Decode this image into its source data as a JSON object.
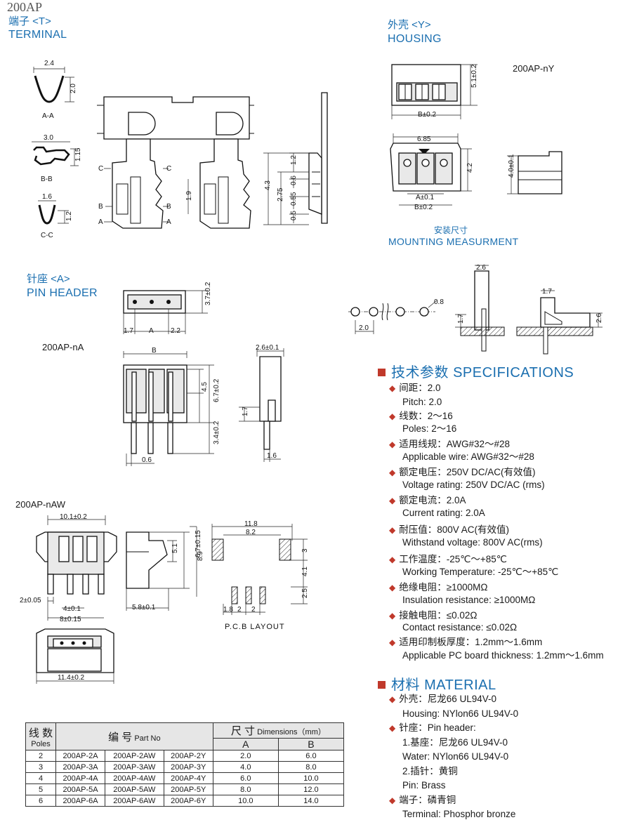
{
  "model_top": "200AP",
  "terminal": {
    "cn": "端子 <T>",
    "en": "TERMINAL"
  },
  "housing": {
    "cn": "外壳 <Y>",
    "en": "HOUSING",
    "part": "200AP-nY"
  },
  "mounting": {
    "cn": "安装尺寸",
    "en": "MOUNTING MEASURMENT"
  },
  "pin_header": {
    "cn": "针座 <A>",
    "en": "PIN HEADER",
    "part_a": "200AP-nA",
    "part_aw": "200AP-nAW"
  },
  "section_labels": {
    "aa": "A-A",
    "bb": "B-B",
    "cc": "C-C",
    "pcb": "P.C.B  LAYOUT"
  },
  "terminal_dims": {
    "aa_w": "2.4",
    "aa_h": "2.0",
    "bb_w": "3.0",
    "bb_h": "1.15",
    "cc_w": "1.6",
    "cc_h": "1.2",
    "h43": "4.3",
    "h275": "2.75",
    "h12": "1.2",
    "h06": "0.6",
    "h055": "0.55",
    "h05": "0.5",
    "h19": "1.9",
    "mark_c": "C",
    "mark_b": "B",
    "mark_a": "A"
  },
  "housing_dims": {
    "h51": "5.1±0.2",
    "b": "B±0.2",
    "w685": "6.85",
    "h42": "4.2",
    "h40": "4.0±0.1",
    "a": "A±0.1"
  },
  "mount_dims": {
    "pitch": "2.0",
    "hole": "0.8",
    "w26": "2.6",
    "h17": "1.7",
    "w17": "1.7",
    "h26": "2.6"
  },
  "pin_header_dims": {
    "h37": "3.7±0.2",
    "l17": "1.7",
    "a": "A",
    "r22": "2.2",
    "b": "B",
    "h45": "4.5",
    "h67": "6.7±0.2",
    "h34": "3.4±0.2",
    "w06": "0.6",
    "w26": "2.6±0.1",
    "h17": "1.7",
    "w16": "1.6"
  },
  "aw_dims": {
    "w101": "10.1±0.2",
    "d2": "2±0.05",
    "d4": "4±0.1",
    "d8": "8±0.15",
    "h51": "5.1",
    "h67": "6.7±0.15",
    "h89": "8.9",
    "w58": "5.8±0.1",
    "w114": "11.4±0.2"
  },
  "pcb_dims": {
    "w118": "11.8",
    "w82": "8.2",
    "h3": "3",
    "h41": "4.1",
    "h25": "2.5",
    "s18": "1.8",
    "s2a": "2",
    "s2b": "2"
  },
  "specifications": {
    "heading_cn": "技术参数",
    "heading_en": "SPECIFICATIONS",
    "items": [
      {
        "cn": "间距：2.0",
        "en": "Pitch: 2.0"
      },
      {
        "cn": "线数：2～16",
        "en": "Poles: 2～16"
      },
      {
        "cn": "适用线规：AWG#32～#28",
        "en": "Applicable wire: AWG#32～#28"
      },
      {
        "cn": "额定电压：250V DC/AC(有效值)",
        "en": "Voltage rating: 250V DC/AC (rms)"
      },
      {
        "cn": "额定电流：2.0A",
        "en": "Current rating: 2.0A"
      },
      {
        "cn": "耐压值：800V AC(有效值)",
        "en": "Withstand voltage: 800V AC(rms)"
      },
      {
        "cn": "工作温度：-25℃～+85℃",
        "en": " Working Temperature: -25℃～+85℃"
      },
      {
        "cn": "绝缘电阻：≥1000MΩ",
        "en": "Insulation resistance: ≥1000MΩ"
      },
      {
        "cn": "接触电阻：≤0.02Ω",
        "en": "Contact resistance: ≤0.02Ω"
      },
      {
        "cn": "适用印制板厚度：1.2mm～1.6mm",
        "en": "Applicable PC board thickness: 1.2mm～1.6mm"
      }
    ]
  },
  "material": {
    "heading_cn": "材料",
    "heading_en": "MATERIAL",
    "lines": [
      {
        "text": "外壳：尼龙66    UL94V-0",
        "bullet": true
      },
      {
        "text": "Housing:  NYlon66   UL94V-0",
        "bullet": false
      },
      {
        "text": "针座：Pin header:",
        "bullet": true
      },
      {
        "text": "1.基座：尼龙66    UL94V-0",
        "bullet": false
      },
      {
        "text": "Water:  NYlon66   UL94V-0",
        "bullet": false
      },
      {
        "text": "2.插针：黄铜",
        "bullet": false
      },
      {
        "text": "Pin:  Brass",
        "bullet": false
      },
      {
        "text": "端子：磷青铜",
        "bullet": true
      },
      {
        "text": "Terminal:  Phosphor bronze",
        "bullet": false
      }
    ]
  },
  "parts_table": {
    "h_poles_cn": "线 数",
    "h_poles_en": "Poles",
    "h_part_cn": "编 号",
    "h_part_en": "Part No",
    "h_dim_cn": "尺 寸",
    "h_dim_en": "Dimensions（mm）",
    "h_a": "A",
    "h_b": "B",
    "rows": [
      [
        "2",
        "200AP-2A",
        "200AP-2AW",
        "200AP-2Y",
        "2.0",
        "6.0"
      ],
      [
        "3",
        "200AP-3A",
        "200AP-3AW",
        "200AP-3Y",
        "4.0",
        "8.0"
      ],
      [
        "4",
        "200AP-4A",
        "200AP-4AW",
        "200AP-4Y",
        "6.0",
        "10.0"
      ],
      [
        "5",
        "200AP-5A",
        "200AP-5AW",
        "200AP-5Y",
        "8.0",
        "12.0"
      ],
      [
        "6",
        "200AP-6A",
        "200AP-6AW",
        "200AP-6Y",
        "10.0",
        "14.0"
      ]
    ]
  }
}
